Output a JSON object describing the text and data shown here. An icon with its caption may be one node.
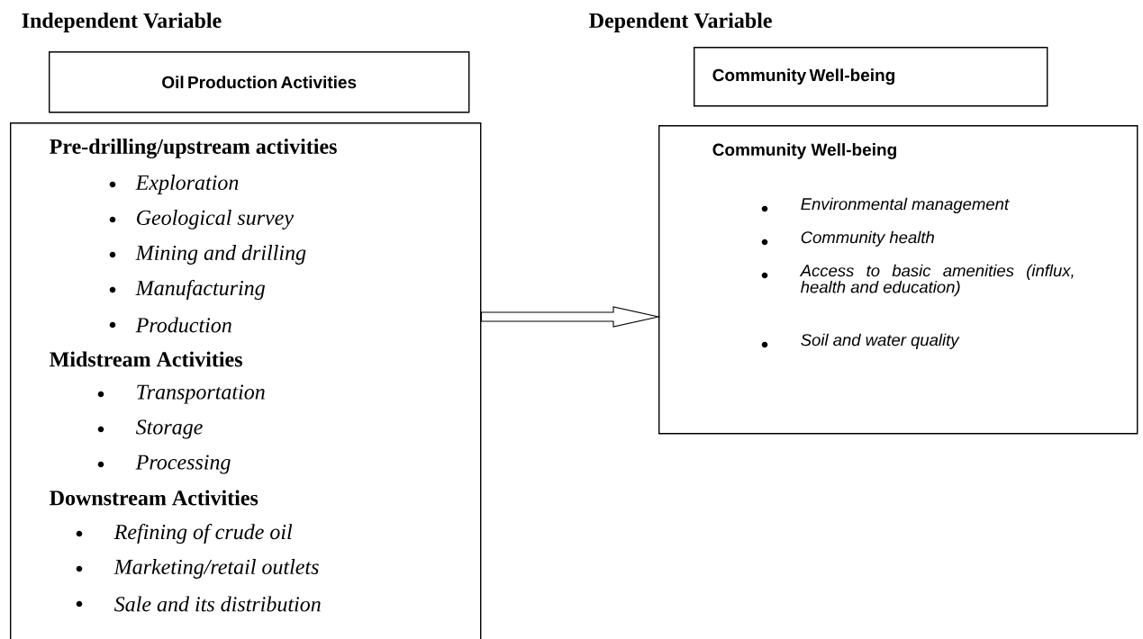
{
  "diagram": {
    "nodes": [
      {
        "text": [
          "Oil Production Activities"
        ]
      },
      {
        "text": [
          "Pre-drilling/upstream activities",
          "Exploration",
          "Geological survey",
          "Mining and drilling",
          "Manufacturing",
          "Production",
          "Midstream Activities",
          "Transportation",
          "Storage",
          "Processing",
          "Downstream Activities",
          "Refining of crude oil",
          "Marketing/retail outlets",
          "Sale and its distribution"
        ]
      },
      {
        "text": [
          "Community Well-being"
        ]
      },
      {
        "text": [
          "Community Well-being",
          "Environmental management",
          "Community health",
          "Access to basic amenities (influx, health and education)",
          "Soil and water quality"
        ]
      }
    ],
    "edges": [
      {
        "from": 1,
        "to": 3,
        "arrow": "to"
      }
    ],
    "labels": [
      "Independent Variable",
      "Dependent Variable"
    ]
  }
}
